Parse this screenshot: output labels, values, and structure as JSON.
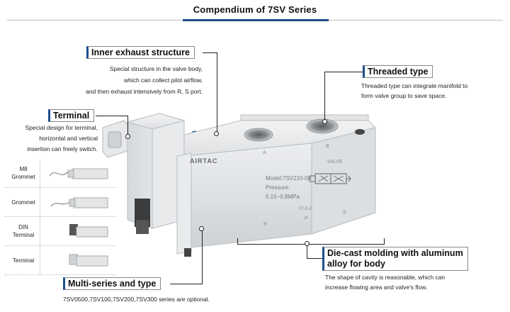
{
  "header": {
    "title": "Compendium of 7SV Series"
  },
  "callouts": {
    "inner_exhaust": {
      "title": "Inner exhaust structure",
      "lines": [
        "Special structure in the valve body,",
        "which can collect pilot airflow,",
        "and then exhaust intensively from R, S port."
      ]
    },
    "threaded": {
      "title": "Threaded type",
      "lines": [
        "Threaded type can integrate manifold to",
        "form valve group to save space."
      ]
    },
    "terminal": {
      "title": "Terminal",
      "lines": [
        "Special design for terminal,",
        "horizontal and vertical",
        "insertion can freely switch."
      ]
    },
    "die_cast": {
      "title_line1": "Die-cast molding with aluminum",
      "title_line2": "alloy for body",
      "lines": [
        "The shape of cavity is reasonable, which can",
        "increase flowing area and valve's flow."
      ]
    },
    "multi_series": {
      "title": "Multi-series and type",
      "lines": [
        "7SV0500,7SV100,7SV200,7SV300 series are optional."
      ]
    }
  },
  "variants": [
    {
      "label_line1": "M8",
      "label_line2": "Grommet"
    },
    {
      "label_line1": "Grommet",
      "label_line2": ""
    },
    {
      "label_line1": "DIN",
      "label_line2": "Terminal"
    },
    {
      "label_line1": "Terminal",
      "label_line2": ""
    }
  ],
  "valve": {
    "brand": "AIRTAC",
    "model": "Model:7SV210-08",
    "pressure_label": "Pressure:",
    "pressure_range": "0.15~0.8MPa",
    "port_a": "A",
    "port_b": "B",
    "port_r": "R",
    "port_p": "P",
    "port_s": "S",
    "valve_text": "VALVE",
    "code": "27-E-Z"
  },
  "colors": {
    "accent": "#1f4e8c",
    "body": "#e4e6e8"
  }
}
